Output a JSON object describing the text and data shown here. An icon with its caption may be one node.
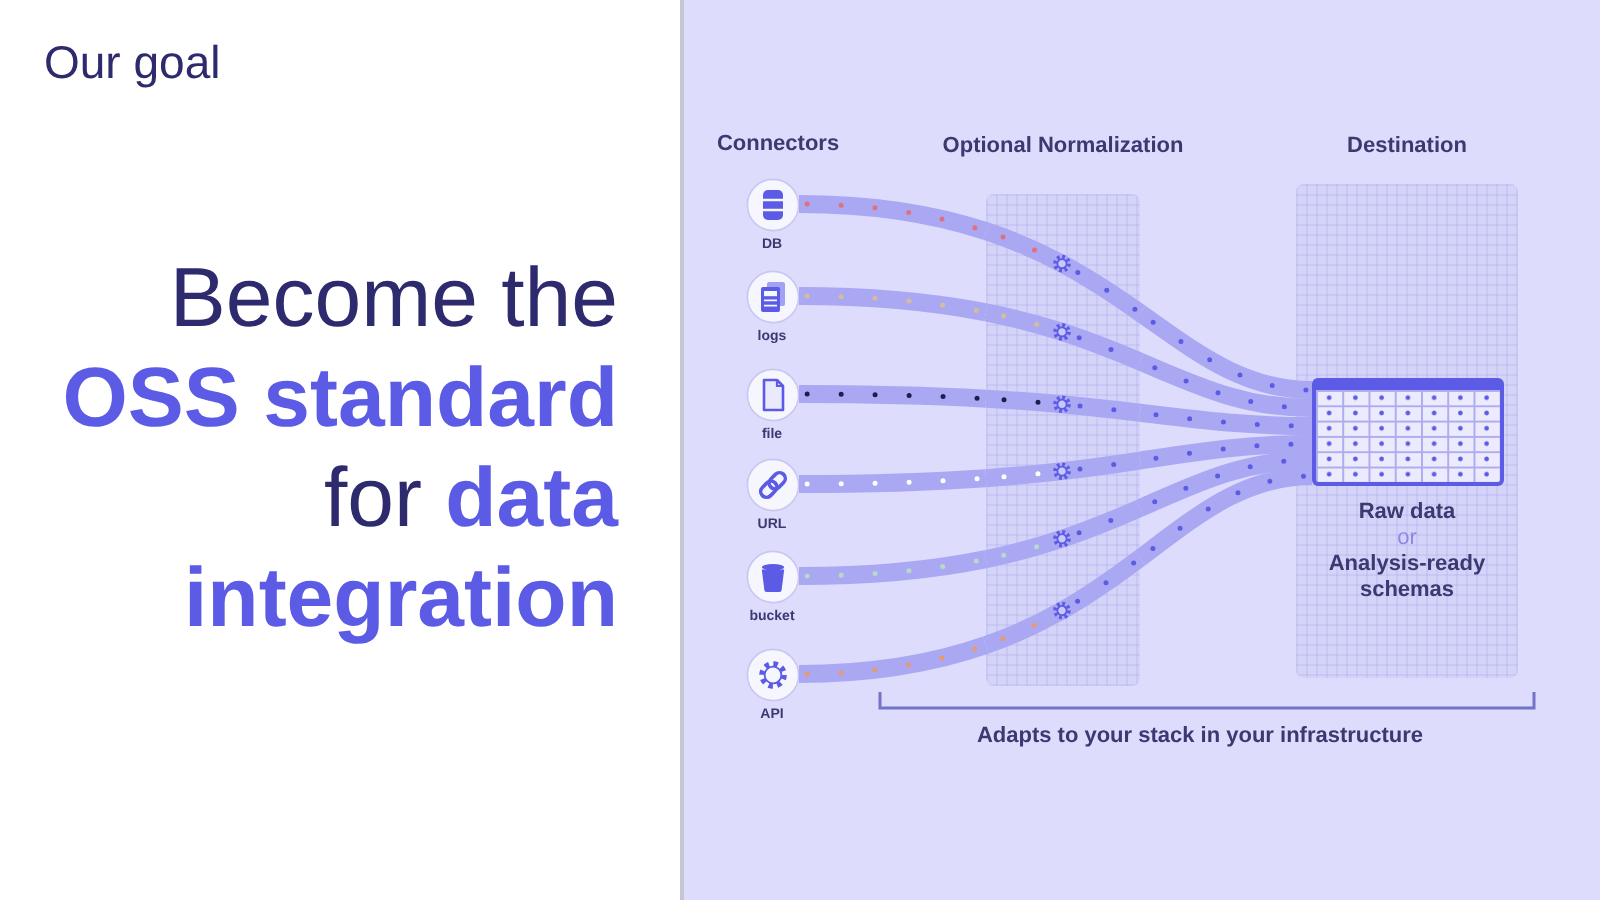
{
  "diagram": {
    "title": "Our goal",
    "nodes": [
      {
        "text": [
          "DB"
        ]
      },
      {
        "text": [
          "logs"
        ]
      },
      {
        "text": [
          "file"
        ]
      },
      {
        "text": [
          "URL"
        ]
      },
      {
        "text": [
          "bucket"
        ]
      },
      {
        "text": [
          "API"
        ]
      },
      {
        "text": [
          "Optional Normalization"
        ]
      },
      {
        "text": [
          "Destination",
          "Raw data",
          "or",
          "Analysis-ready schemas"
        ]
      },
      {
        "text": [],
        "shape": "table",
        "in": 7
      }
    ],
    "edges": [
      {
        "from": 0,
        "to": 6,
        "arrow": "none"
      },
      {
        "from": 1,
        "to": 6,
        "arrow": "none"
      },
      {
        "from": 2,
        "to": 6,
        "arrow": "none"
      },
      {
        "from": 3,
        "to": 6,
        "arrow": "none"
      },
      {
        "from": 4,
        "to": 6,
        "arrow": "none"
      },
      {
        "from": 5,
        "to": 6,
        "arrow": "none"
      },
      {
        "from": 6,
        "to": 8,
        "arrow": "none"
      },
      {
        "from": 6,
        "to": 8,
        "arrow": "none"
      },
      {
        "from": 6,
        "to": 8,
        "arrow": "none"
      },
      {
        "from": 6,
        "to": 8,
        "arrow": "none"
      },
      {
        "from": 6,
        "to": 8,
        "arrow": "none"
      },
      {
        "from": 6,
        "to": 8,
        "arrow": "none"
      }
    ],
    "labels": [
      "Become the **OSS standard** for **data integration**",
      "Connectors",
      "Adapts to your stack in your infrastructure"
    ]
  }
}
